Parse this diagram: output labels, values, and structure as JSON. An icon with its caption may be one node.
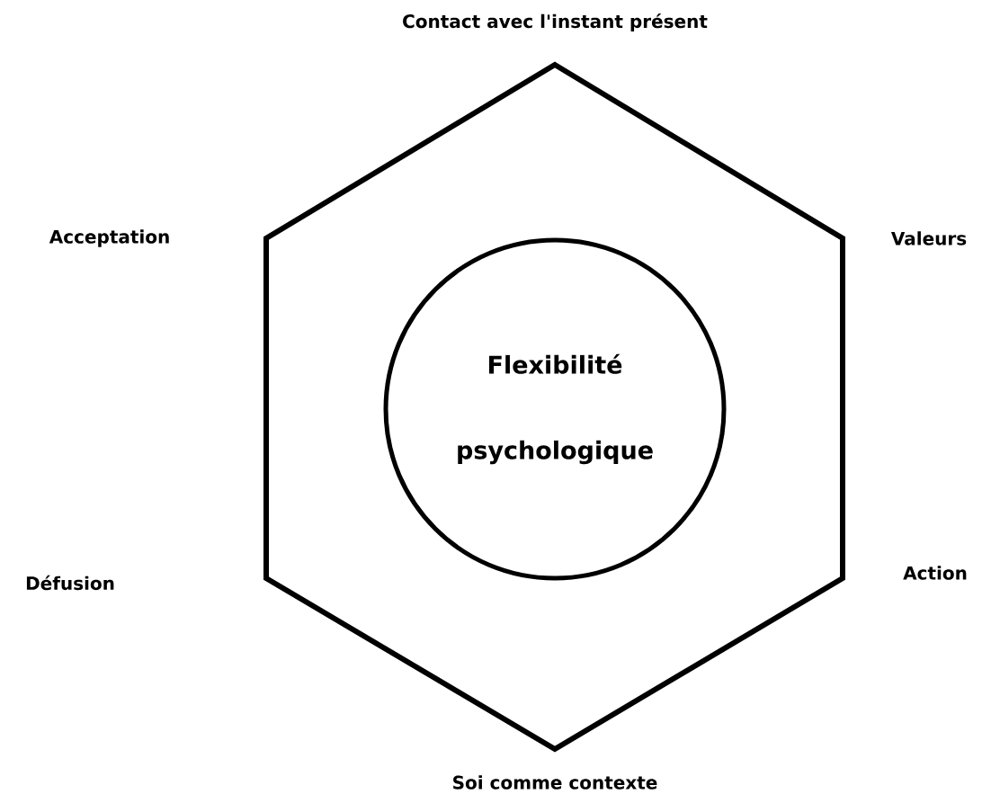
{
  "diagram": {
    "nodes": [
      {
        "text": [],
        "shape": "hexagon"
      },
      {
        "text": [
          "Flexibilité psychologique"
        ],
        "in": 0
      }
    ],
    "labels": [
      "Contact avec l'instant présent",
      "Acceptation",
      "Valeurs",
      "Défusion",
      "Action",
      "Soi comme contexte"
    ]
  }
}
